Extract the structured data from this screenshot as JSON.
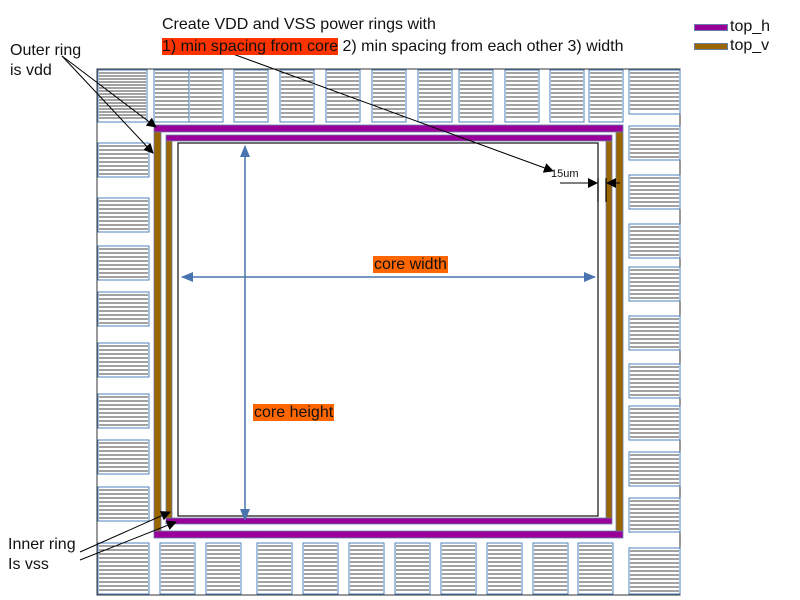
{
  "title": {
    "line1": "Create VDD and VSS power rings with",
    "part1": "1) min spacing from core",
    "part2": " 2) min spacing from each other 3) width"
  },
  "legend": [
    {
      "label": "top_h",
      "color": "#990099"
    },
    {
      "label": "top_v",
      "color": "#996600"
    }
  ],
  "annotations": {
    "outer_ring": [
      "Outer ring",
      "is vdd"
    ],
    "inner_ring": [
      "Inner ring",
      "Is vss"
    ],
    "spacing": "15um",
    "core_width": "core width",
    "core_height": "core height"
  },
  "colors": {
    "top_h": "#990099",
    "top_v": "#996600",
    "pad_border": "#4f81bd",
    "dimension_line": "#4a74b0",
    "label_highlight": "#ff6600",
    "title_highlight": "#ff3300"
  }
}
